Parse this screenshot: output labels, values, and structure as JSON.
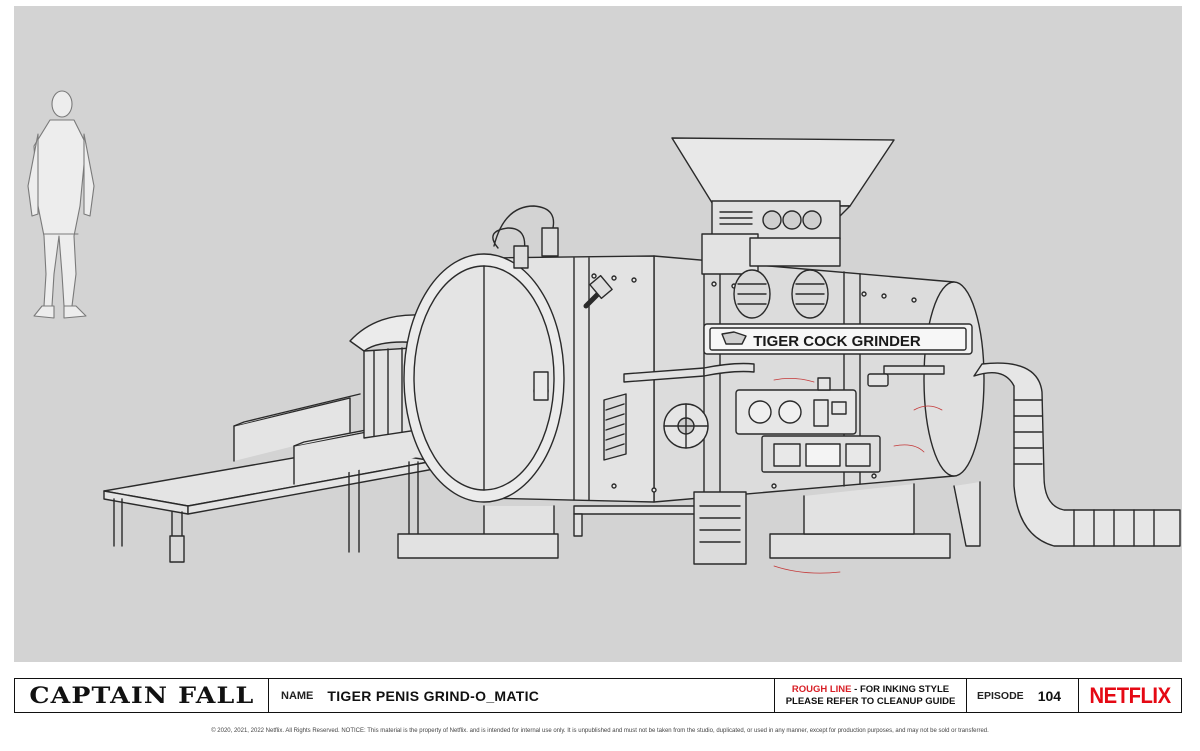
{
  "show_title": "CAPTAIN FALL",
  "name_label": "NAME",
  "name_value": "TIGER PENIS GRIND-O_MATIC",
  "note": {
    "red": "ROUGH LINE",
    "rest": " - FOR INKING STYLE",
    "line2": "PLEASE REFER TO CLEANUP GUIDE"
  },
  "episode_label": "EPISODE",
  "episode_value": "104",
  "logo_text": "NETFLIX",
  "machine_sign": "TIGER COCK GRINDER",
  "copyright": "© 2020, 2021, 2022 Netflix. All Rights Reserved. NOTICE: This material is the property of Netflix. and is intended for internal use only. It is unpublished and must not be taken from the studio, duplicated, or used in any manner, except for production purposes, and may not be sold or transferred.",
  "colors": {
    "background": "#d3d3d3",
    "accent": "#e50914",
    "note_red": "#d81f26"
  }
}
